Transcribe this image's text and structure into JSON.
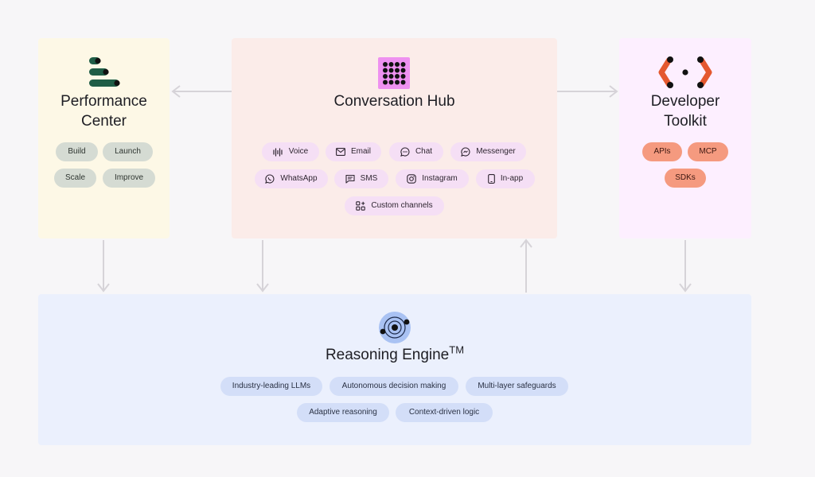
{
  "performance_center": {
    "title_line1": "Performance",
    "title_line2": "Center",
    "pills": [
      "Build",
      "Launch",
      "Scale",
      "Improve"
    ]
  },
  "conversation_hub": {
    "title": "Conversation Hub",
    "channels": [
      {
        "label": "Voice",
        "icon": "voice-icon"
      },
      {
        "label": "Email",
        "icon": "email-icon"
      },
      {
        "label": "Chat",
        "icon": "chat-icon"
      },
      {
        "label": "Messenger",
        "icon": "messenger-icon"
      },
      {
        "label": "WhatsApp",
        "icon": "whatsapp-icon"
      },
      {
        "label": "SMS",
        "icon": "sms-icon"
      },
      {
        "label": "Instagram",
        "icon": "instagram-icon"
      },
      {
        "label": "In-app",
        "icon": "phone-icon"
      },
      {
        "label": "Custom channels",
        "icon": "custom-channels-icon"
      }
    ]
  },
  "developer_toolkit": {
    "title_line1": "Developer",
    "title_line2": "Toolkit",
    "pills": [
      "APIs",
      "MCP",
      "SDKs"
    ]
  },
  "reasoning_engine": {
    "title": "Reasoning Engine",
    "trademark": "TM",
    "pills": [
      "Industry-leading LLMs",
      "Autonomous decision making",
      "Multi-layer safeguards",
      "Adaptive reasoning",
      "Context-driven logic"
    ]
  },
  "colors": {
    "background": "#f7f6f8",
    "performance_card": "#fdf8e6",
    "hub_card": "#fbece9",
    "developer_card": "#fdefff",
    "engine_card": "#ebf0fd",
    "developer_pill": "#f59a7f",
    "arrow": "#d6d3d8"
  }
}
